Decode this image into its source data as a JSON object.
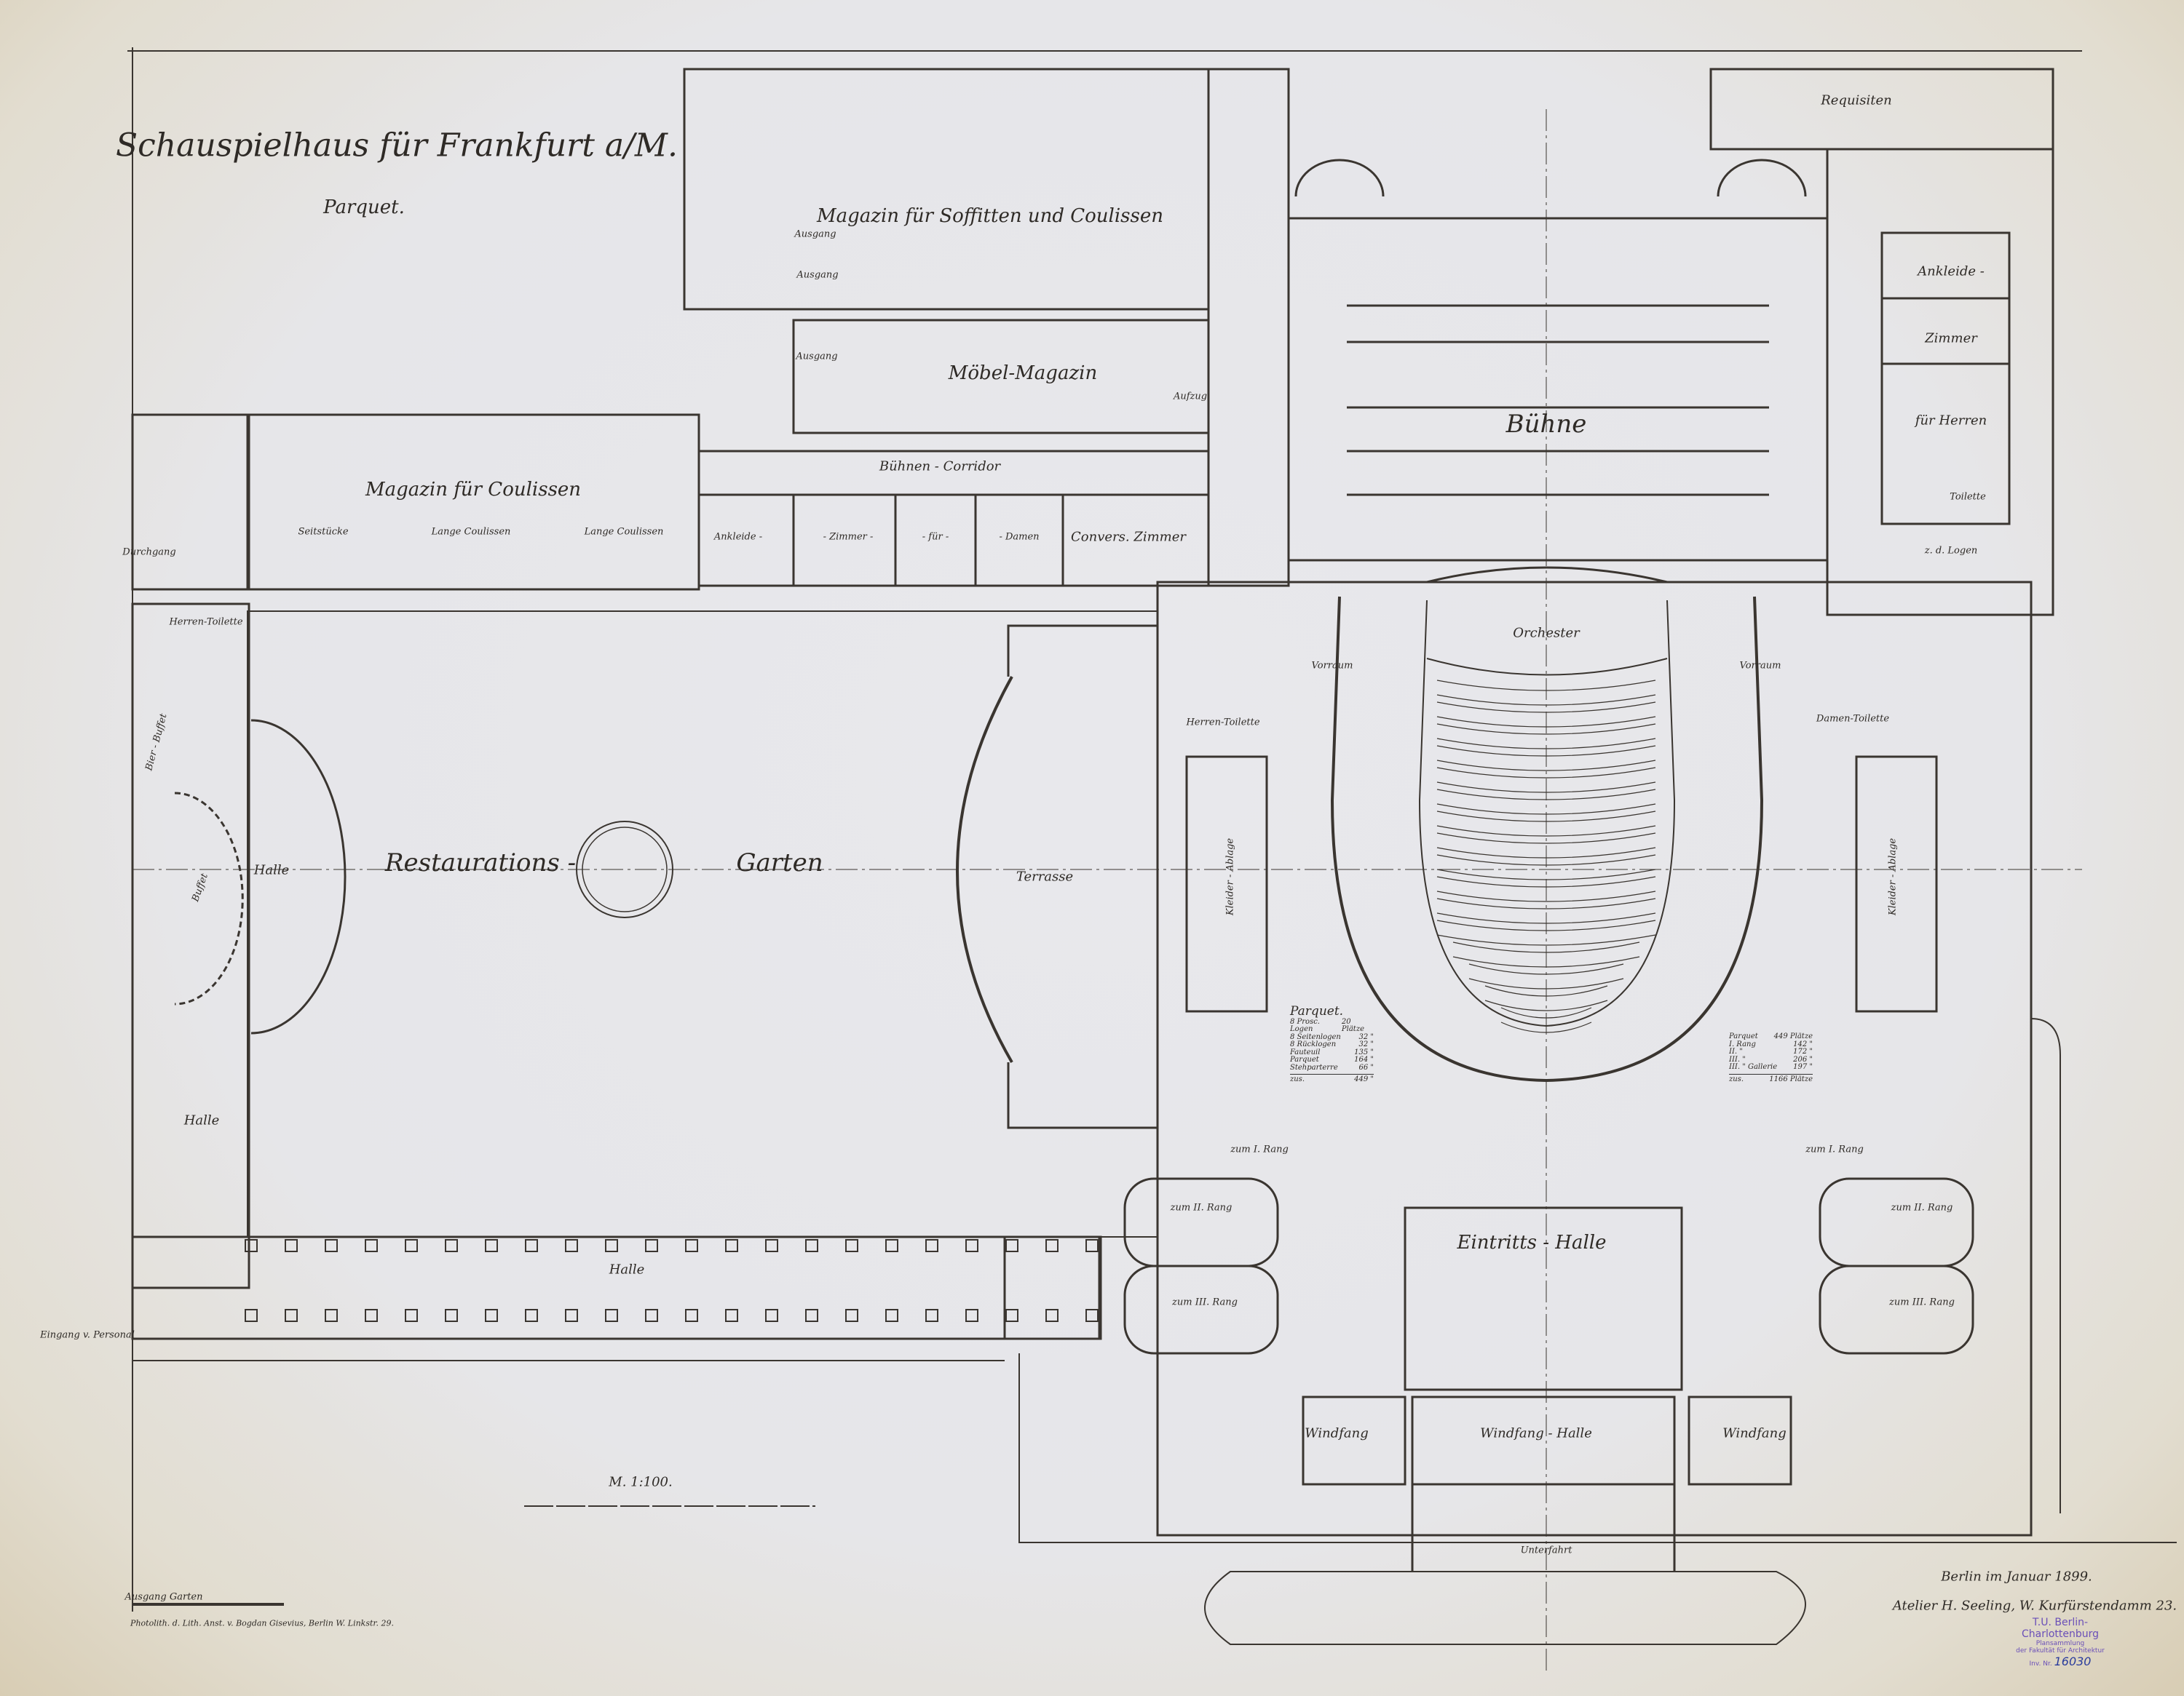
{
  "title": "Schauspielhaus für Frankfurt a/M.",
  "subtitle": "Parquet.",
  "rooms": {
    "magazin_soffitten": "Magazin für Soffitten und Coulissen",
    "moebel_magazin": "Möbel-Magazin",
    "buehne": "Bühne",
    "requisiten": "Requisiten",
    "ankleide_herren_1": "Ankleide -",
    "ankleide_herren_2": "Zimmer",
    "ankleide_herren_3": "für Herren",
    "toilette": "Toilette",
    "zu_den_logen": "z. d. Logen",
    "magazin_coulissen": "Magazin für Coulissen",
    "seitstuecke": "Seitstücke",
    "lange_coulissen_1": "Lange Coulissen",
    "lange_coulissen_2": "Lange Coulissen",
    "durchgang": "Durchgang",
    "buehnen_corridor": "Bühnen - Corridor",
    "ankleide_damen_1": "Ankleide -",
    "ankleide_damen_2": "- Zimmer -",
    "ankleide_damen_3": "- für -",
    "ankleide_damen_4": "- Damen",
    "convers_zimmer": "Convers. Zimmer",
    "ausgang_1": "Ausgang",
    "ausgang_2": "Ausgang",
    "ausgang_3": "Ausgang",
    "aufzug": "Aufzug",
    "herren_toilette_left": "Herren-Toilette",
    "herren_toilette_center": "Herren-Toilette",
    "damen_toilette": "Damen-Toilette",
    "orchester": "Orchester",
    "vorraum_left": "Vorraum",
    "vorraum_right": "Vorraum",
    "kleider_ablage_left": "Kleider - Ablage",
    "kleider_ablage_right": "Kleider - Ablage",
    "bier_buffet": "Bier - Buffet",
    "buffet": "Buffet",
    "halle_round": "Halle",
    "restaurations": "Restaurations -",
    "garten": "Garten",
    "terrasse": "Terrasse",
    "halle_left": "Halle",
    "halle_colonnade": "Halle",
    "eingang_personal": "Eingang v. Personal",
    "zum_1_rang_left": "zum I. Rang",
    "zum_1_rang_right": "zum I. Rang",
    "zum_2_rang_left": "zum II. Rang",
    "zum_2_rang_right": "zum II. Rang",
    "zum_3_rang_left": "zum III. Rang",
    "zum_3_rang_right": "zum III. Rang",
    "eintritts_halle": "Eintritts - Halle",
    "windfang_left": "Windfang",
    "windfang_halle": "Windfang - Halle",
    "windfang_right": "Windfang",
    "unterfahrt": "Unterfahrt",
    "ausgang_garten": "Ausgang Garten"
  },
  "scale": "M. 1:100.",
  "parquet_table": {
    "heading": "Parquet.",
    "rows": [
      {
        "label": "8 Prosc. Logen",
        "value": "20 Plätze"
      },
      {
        "label": "8 Seitenlogen",
        "value": "32 \""
      },
      {
        "label": "8 Rücklogen",
        "value": "32 \""
      },
      {
        "label": "Fauteuil",
        "value": "135 \""
      },
      {
        "label": "Parquet",
        "value": "164 \""
      },
      {
        "label": "Stehparterre",
        "value": "66 \""
      }
    ],
    "total": {
      "label": "zus.",
      "value": "449 \""
    }
  },
  "summary_table": {
    "rows": [
      {
        "label": "Parquet",
        "value": "449 Plätze"
      },
      {
        "label": "I. Rang",
        "value": "142 \""
      },
      {
        "label": "II. \"",
        "value": "172 \""
      },
      {
        "label": "III. \"",
        "value": "206 \""
      },
      {
        "label": "III. \" Gallerie",
        "value": "197 \""
      }
    ],
    "total": {
      "label": "zus.",
      "value": "1166 Plätze"
    }
  },
  "signature": {
    "place_date": "Berlin im Januar 1899.",
    "atelier": "Atelier H. Seeling, W. Kurfürstendamm 23."
  },
  "printer": "Photolith. d. Lith. Anst. v. Bogdan Gisevius, Berlin W. Linkstr. 29.",
  "stamp": {
    "line1": "T.U. Berlin-Charlottenburg",
    "line2": "Plansammlung",
    "line3": "der Fakultät für Architektur",
    "inv_label": "Inv. Nr.",
    "inv_number": "16030",
    "color": "#6a4fb8",
    "inv_color": "#2a3c9c"
  },
  "colors": {
    "ink": "#3a3530",
    "paper": "#e7e7ea"
  }
}
